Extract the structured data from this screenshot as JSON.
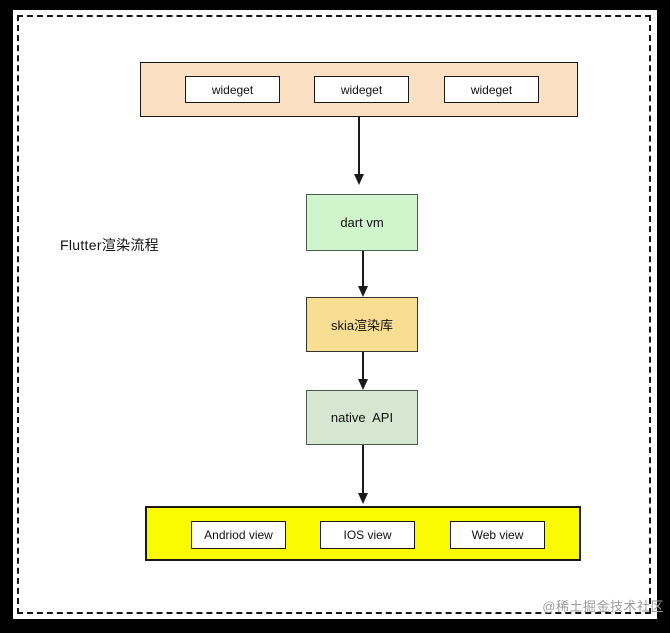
{
  "page": {
    "title": "Flutter渲染流程",
    "watermark": "@稀土掘金技术社区"
  },
  "colors": {
    "top_container_fill": "#FADFC2",
    "dart_vm_fill": "#D0F5CC",
    "skia_fill": "#F8DE93",
    "native_api_fill": "#D6E8D2",
    "bottom_container_fill": "#FBFB00",
    "arrow_color": "#1a1a1a"
  },
  "diagram": {
    "top_container": {
      "items": [
        "wideget",
        "wideget",
        "wideget"
      ]
    },
    "flow_nodes": [
      {
        "label": "dart vm"
      },
      {
        "label": "skia渲染库"
      },
      {
        "label": "native  API"
      }
    ],
    "bottom_container": {
      "items": [
        "Andriod view",
        "IOS view",
        "Web view"
      ]
    }
  }
}
